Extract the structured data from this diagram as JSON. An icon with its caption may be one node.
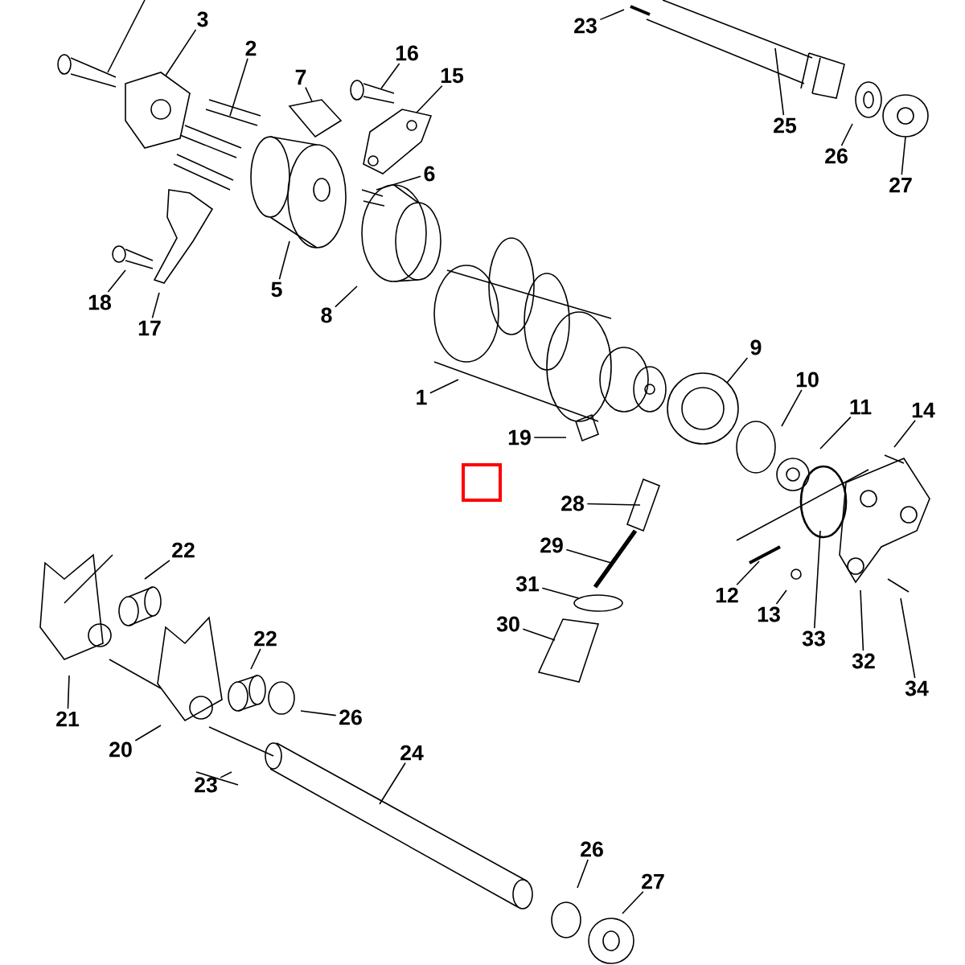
{
  "diagram": {
    "nodes": [
      {
        "text": [
          "3"
        ]
      },
      {
        "text": [
          "23"
        ]
      },
      {
        "text": [
          "16"
        ]
      },
      {
        "text": [
          "2"
        ]
      },
      {
        "text": [
          "15"
        ]
      },
      {
        "text": [
          "7"
        ]
      },
      {
        "text": [
          "25"
        ]
      },
      {
        "text": [
          "26"
        ]
      },
      {
        "text": [
          "6"
        ]
      },
      {
        "text": [
          "27"
        ]
      },
      {
        "text": [
          "5"
        ]
      },
      {
        "text": [
          "18"
        ]
      },
      {
        "text": [
          "8"
        ]
      },
      {
        "text": [
          "17"
        ]
      },
      {
        "text": [
          "9"
        ]
      },
      {
        "text": [
          "10"
        ]
      },
      {
        "text": [
          "1"
        ]
      },
      {
        "text": [
          "11"
        ]
      },
      {
        "text": [
          "14"
        ]
      },
      {
        "text": [
          "19"
        ]
      },
      {
        "text": [
          "28"
        ]
      },
      {
        "text": [
          "29"
        ]
      },
      {
        "text": [
          "22"
        ]
      },
      {
        "text": [
          "31"
        ]
      },
      {
        "text": [
          "12"
        ]
      },
      {
        "text": [
          "13"
        ]
      },
      {
        "text": [
          "30"
        ]
      },
      {
        "text": [
          "22"
        ]
      },
      {
        "text": [
          "33"
        ]
      },
      {
        "text": [
          "32"
        ]
      },
      {
        "text": [
          "34"
        ]
      },
      {
        "text": [
          "26"
        ]
      },
      {
        "text": [
          "21"
        ]
      },
      {
        "text": [
          "20"
        ]
      },
      {
        "text": [
          "24"
        ]
      },
      {
        "text": [
          "23"
        ]
      },
      {
        "text": [
          "26"
        ]
      },
      {
        "text": [
          "27"
        ]
      }
    ],
    "edges": [
      {
        "from": 0,
        "to": null,
        "arrow": "none"
      },
      {
        "from": 1,
        "to": null,
        "arrow": "none"
      },
      {
        "from": 2,
        "to": null,
        "arrow": "none"
      },
      {
        "from": 3,
        "to": null,
        "arrow": "none"
      },
      {
        "from": 4,
        "to": null,
        "arrow": "none"
      },
      {
        "from": 5,
        "to": null,
        "arrow": "none"
      },
      {
        "from": 6,
        "to": null,
        "arrow": "none"
      },
      {
        "from": 7,
        "to": null,
        "arrow": "none"
      },
      {
        "from": 8,
        "to": null,
        "arrow": "none"
      },
      {
        "from": 9,
        "to": null,
        "arrow": "none"
      },
      {
        "from": 10,
        "to": null,
        "arrow": "none"
      },
      {
        "from": 11,
        "to": null,
        "arrow": "none"
      },
      {
        "from": 12,
        "to": null,
        "arrow": "none"
      },
      {
        "from": 13,
        "to": null,
        "arrow": "none"
      },
      {
        "from": 14,
        "to": null,
        "arrow": "none"
      },
      {
        "from": 15,
        "to": null,
        "arrow": "none"
      },
      {
        "from": 16,
        "to": null,
        "arrow": "none"
      },
      {
        "from": 17,
        "to": null,
        "arrow": "none"
      },
      {
        "from": 18,
        "to": null,
        "arrow": "none"
      },
      {
        "from": 19,
        "to": null,
        "arrow": "none"
      },
      {
        "from": 20,
        "to": null,
        "arrow": "none"
      },
      {
        "from": 21,
        "to": null,
        "arrow": "none"
      },
      {
        "from": 22,
        "to": null,
        "arrow": "none"
      },
      {
        "from": 23,
        "to": null,
        "arrow": "none"
      },
      {
        "from": 24,
        "to": null,
        "arrow": "none"
      },
      {
        "from": 25,
        "to": null,
        "arrow": "none"
      },
      {
        "from": 26,
        "to": null,
        "arrow": "none"
      },
      {
        "from": 27,
        "to": null,
        "arrow": "none"
      },
      {
        "from": 28,
        "to": null,
        "arrow": "none"
      },
      {
        "from": 29,
        "to": null,
        "arrow": "none"
      },
      {
        "from": 30,
        "to": null,
        "arrow": "none"
      },
      {
        "from": 31,
        "to": null,
        "arrow": "none"
      },
      {
        "from": 32,
        "to": null,
        "arrow": "none"
      },
      {
        "from": 33,
        "to": null,
        "arrow": "none"
      },
      {
        "from": 34,
        "to": null,
        "arrow": "none"
      },
      {
        "from": 35,
        "to": null,
        "arrow": "none"
      },
      {
        "from": 36,
        "to": null,
        "arrow": "none"
      },
      {
        "from": 37,
        "to": null,
        "arrow": "none"
      }
    ]
  }
}
